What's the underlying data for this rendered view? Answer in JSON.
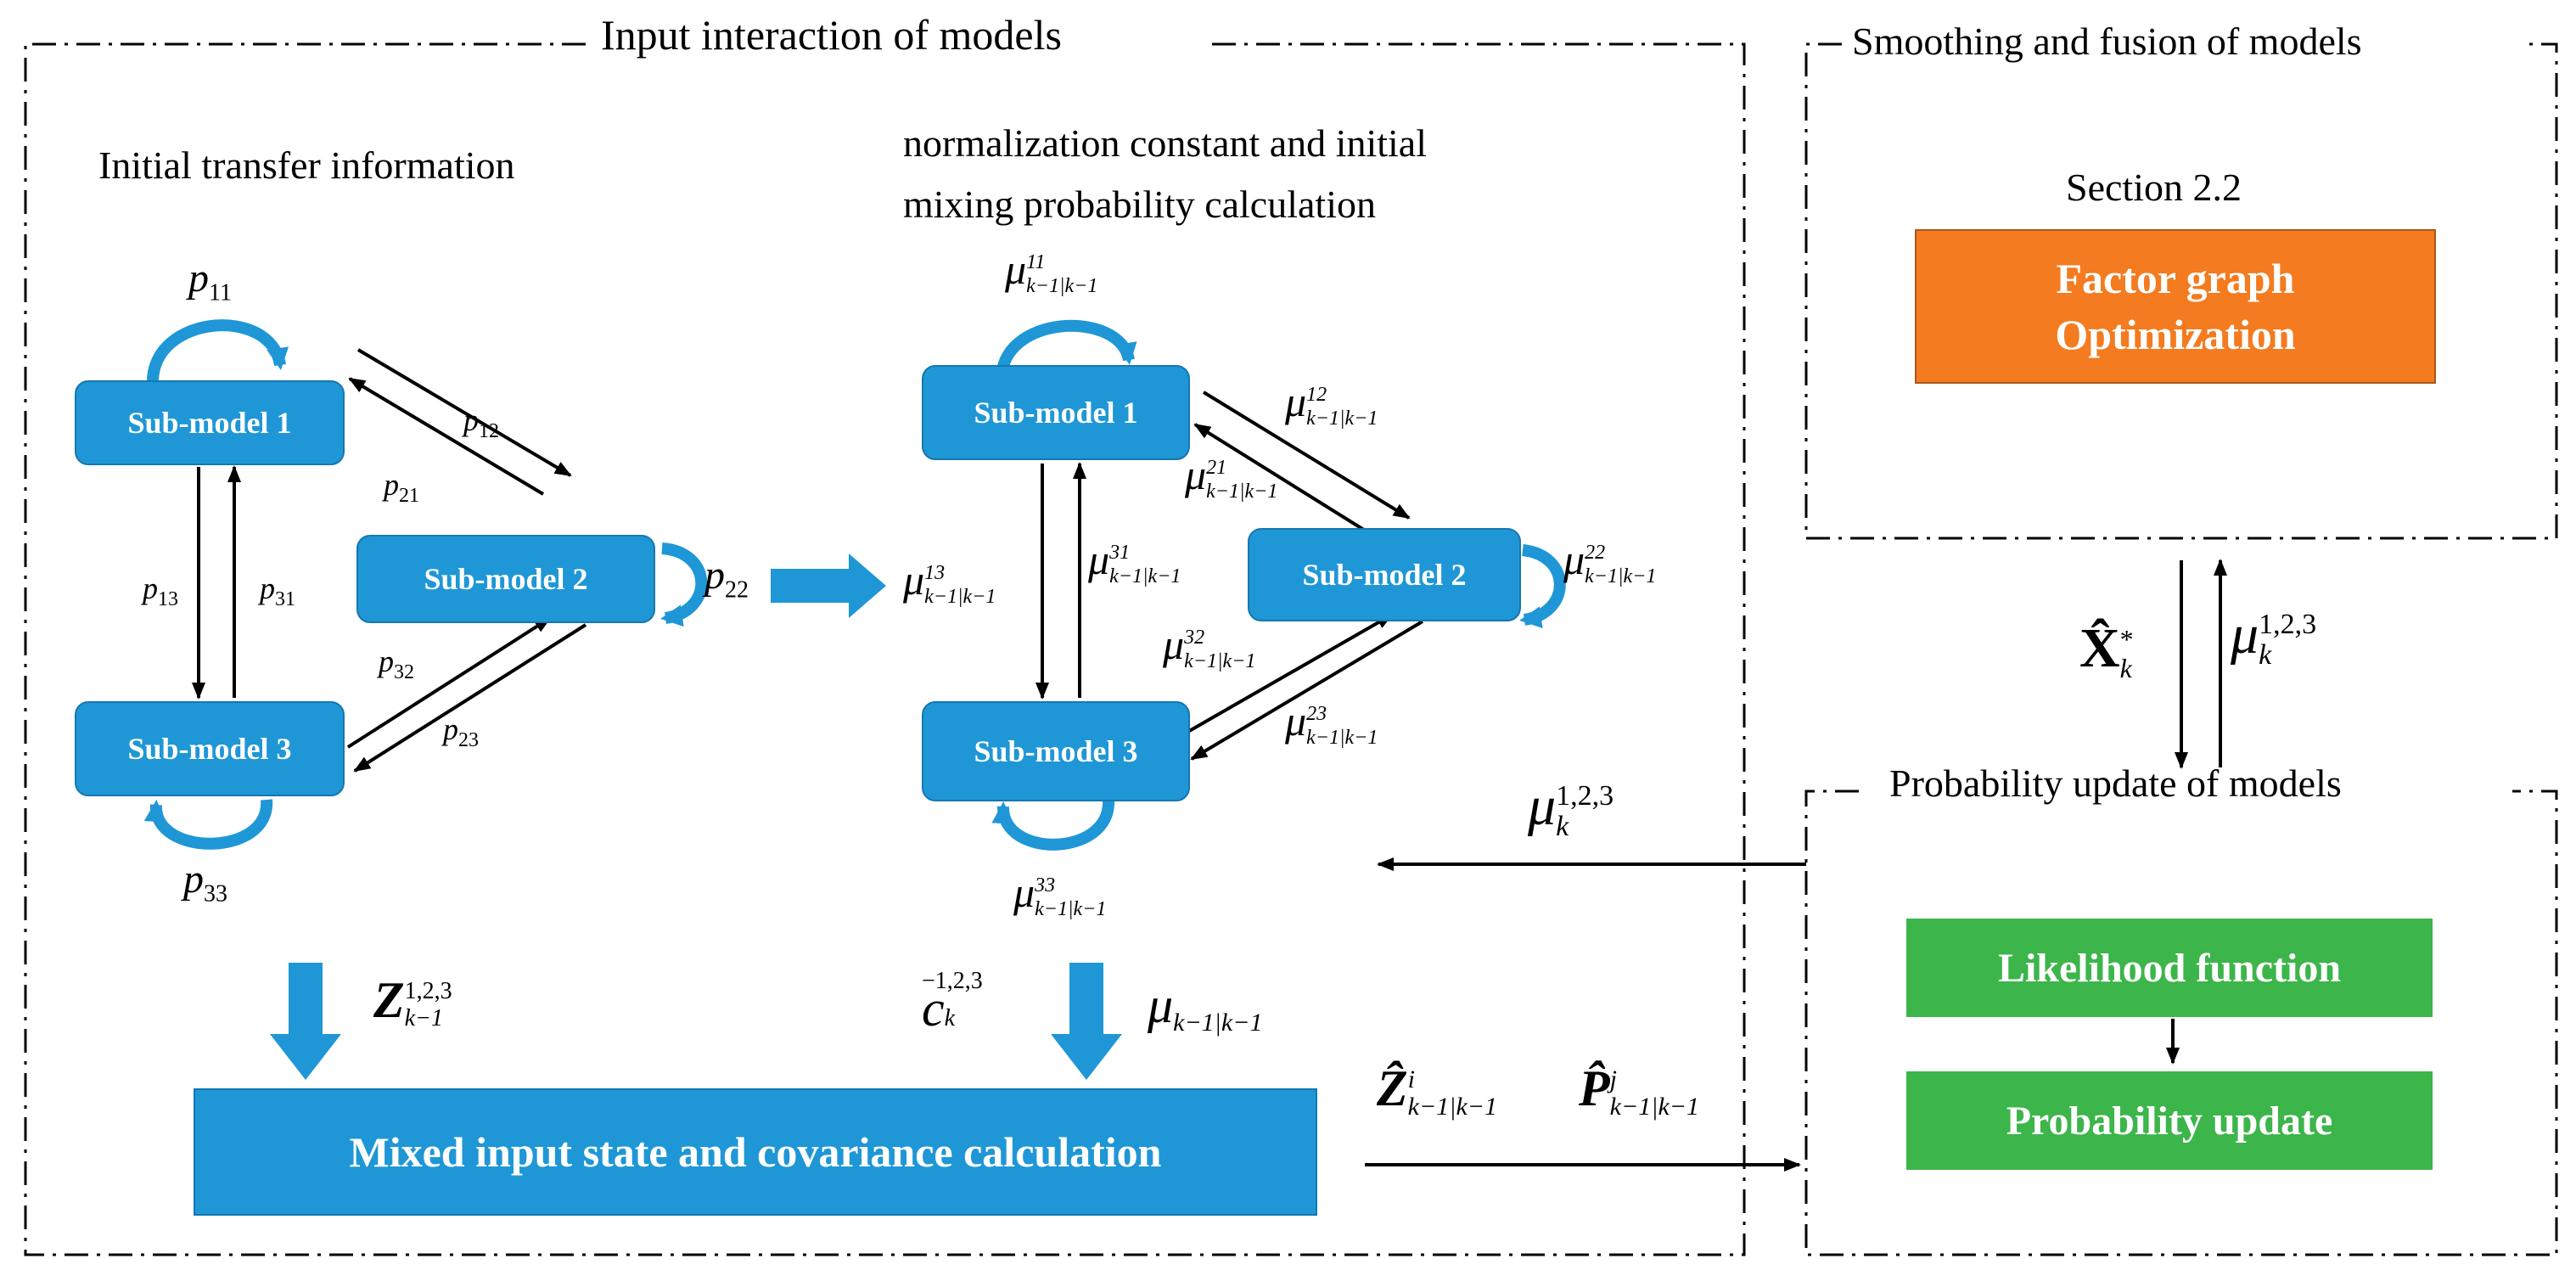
{
  "colors": {
    "submodel_fill": "#1f97d6",
    "factor_graph_fill": "#f47b20",
    "green_fill": "#3cb54a",
    "arrow_blue": "#1f97d6",
    "dash_border": "#000000"
  },
  "sections": {
    "input_interaction_title": "Input interaction of models",
    "smoothing_title": "Smoothing and fusion of models",
    "probability_update_title": "Probability update of models"
  },
  "left_diagram": {
    "heading": "Initial transfer information",
    "models": [
      "Sub-model 1",
      "Sub-model 2",
      "Sub-model 3"
    ],
    "labels": {
      "p11": "11",
      "p12": "12",
      "p21": "21",
      "p22": "22",
      "p13": "13",
      "p31": "31",
      "p32": "32",
      "p23": "23",
      "p33": "33",
      "p_symbol": "p"
    }
  },
  "mid_diagram": {
    "heading_line1": "normalization constant and initial",
    "heading_line2": "mixing probability calculation",
    "models": [
      "Sub-model 1",
      "Sub-model 2",
      "Sub-model 3"
    ],
    "mu_symbol": "μ",
    "mu_sub": "k−1|k−1",
    "sups": {
      "m11": "11",
      "m12": "12",
      "m21": "21",
      "m22": "22",
      "m13": "13",
      "m31": "31",
      "m32": "32",
      "m23": "23",
      "m33": "33"
    }
  },
  "bottom": {
    "mixed_box": "Mixed input state and covariance calculation",
    "z_label": {
      "sym": "Z",
      "sup": "1,2,3",
      "sub": "k−1"
    },
    "c_label": {
      "sym": "c",
      "sup": "−1,2,3",
      "sub": "k"
    },
    "mu_label": {
      "sym": "μ",
      "sub": "k−1|k−1"
    },
    "zhat_label": {
      "sym": "Ẑ",
      "sup": "i",
      "sub": "k−1|k−1"
    },
    "phat_label": {
      "sym": "P̂",
      "sup": "j",
      "sub": "k−1|k−1"
    }
  },
  "right": {
    "section_ref": "Section 2.2",
    "factor_graph_line1": "Factor graph",
    "factor_graph_line2": "Optimization",
    "likelihood": "Likelihood function",
    "prob_update": "Probability update",
    "x_label": {
      "sym": "X̂",
      "sup": "*",
      "sub": "k"
    },
    "mu_right": {
      "sym": "μ",
      "sup": "1,2,3",
      "sub": "k"
    },
    "mu_feedback": {
      "sym": "μ",
      "sup": "1,2,3",
      "sub": "k"
    }
  }
}
